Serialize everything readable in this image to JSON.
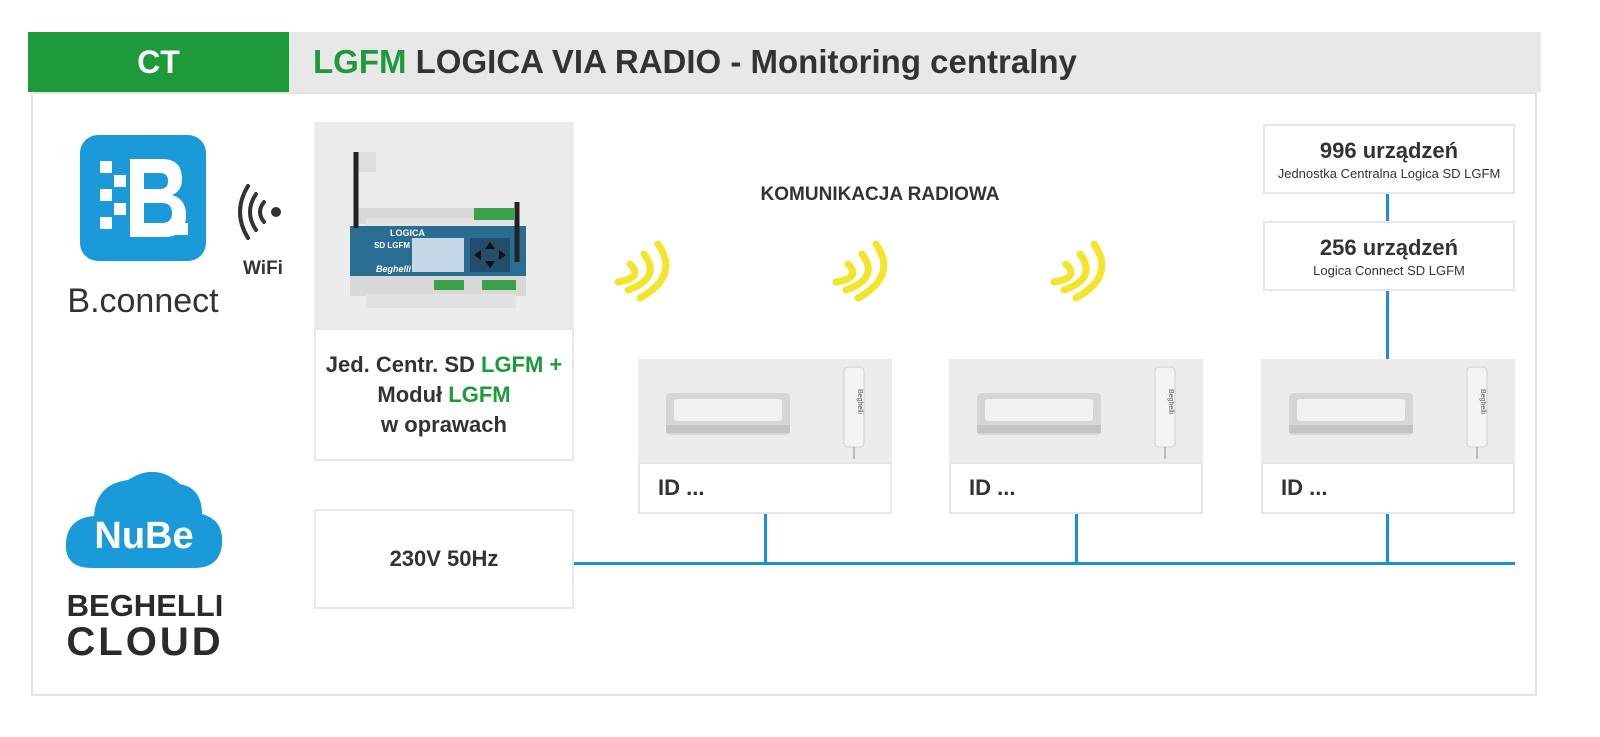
{
  "header": {
    "left_label": "CT",
    "title_accent": "LGFM",
    "title_rest": " LOGICA VIA RADIO - Monitoring centralny"
  },
  "bconnect": {
    "logo_text": "B.",
    "label": "B.connect"
  },
  "wifi": {
    "label": "WiFi"
  },
  "cloud": {
    "logo_text": "NuBe",
    "brand_line1": "BEGHELLI",
    "brand_line2": "CLOUD"
  },
  "central_unit": {
    "screen_title": "LOGICA",
    "screen_sub": "SD LGFM",
    "brand": "Beghelli",
    "caption": {
      "line1_a": "Jed. Centr. SD ",
      "line1_b": "LGFM +",
      "line2_a": "Moduł ",
      "line2_b": "LGFM",
      "line3": "w oprawach"
    }
  },
  "power": {
    "label": "230V 50Hz"
  },
  "radio": {
    "label": "KOMUNIKACJA RADIOWA"
  },
  "capacity": [
    {
      "count": "996 urządzeń",
      "desc": "Jednostka Centralna Logica SD LGFM"
    },
    {
      "count": "256 urządzeń",
      "desc": "Logica Connect SD LGFM"
    }
  ],
  "devices": [
    {
      "id_label": "ID ...",
      "brand": "Beghelli"
    },
    {
      "id_label": "ID ...",
      "brand": "Beghelli"
    },
    {
      "id_label": "ID ...",
      "brand": "Beghelli"
    }
  ],
  "colors": {
    "green": "#1e9a3a",
    "blue": "#1a8fd6",
    "cloud_blue": "#1b9ad9",
    "radio_yellow": "#f2e52a",
    "header_gray": "#e8e8e8"
  }
}
